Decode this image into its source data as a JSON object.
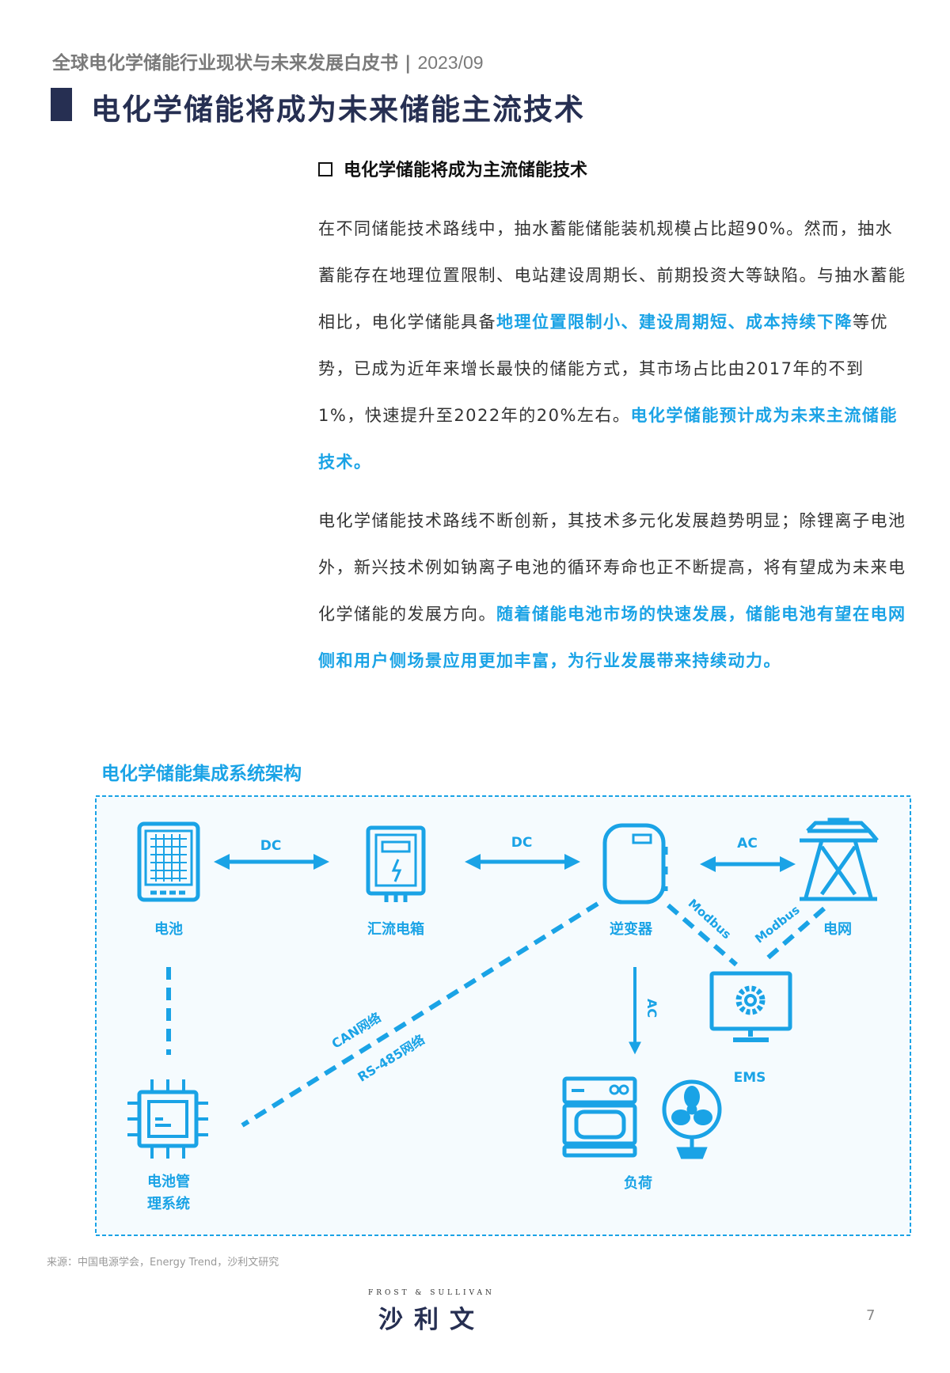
{
  "header": {
    "report_title": "全球电化学储能行业现状与未来发展白皮书",
    "separator": "|",
    "date": "2023/09"
  },
  "page_title": "电化学储能将成为未来储能主流技术",
  "section": {
    "heading": "电化学储能将成为主流储能技术",
    "para1": [
      {
        "text": "在不同储能技术路线中，抽水蓄能储能装机规模占比超90%。然而，抽水蓄能存在地理位置限制、电站建设周期长、前期投资大等缺陷。与抽水蓄能相比，电化学储能具备",
        "hl": false
      },
      {
        "text": "地理位置限制小、建设周期短、成本持续下降",
        "hl": true
      },
      {
        "text": "等优势，已成为近年来增长最快的储能方式，其市场占比由2017年的不到1%，快速提升至2022年的20%左右。",
        "hl": false
      },
      {
        "text": "电化学储能预计成为未来主流储能技术。",
        "hl": true
      }
    ],
    "para2": [
      {
        "text": "电化学储能技术路线不断创新，其技术多元化发展趋势明显；除锂离子电池外，新兴技术例如钠离子电池的循环寿命也正不断提高，将有望成为未来电化学储能的发展方向。",
        "hl": false
      },
      {
        "text": "随着储能电池市场的快速发展，储能电池有望在电网侧和用户侧场景应用更加丰富，为行业发展带来持续动力。",
        "hl": true
      }
    ]
  },
  "diagram": {
    "title": "电化学储能集成系统架构",
    "accent_color": "#1aa3e6",
    "nodes": {
      "battery": "电池",
      "combiner": "汇流电箱",
      "inverter": "逆变器",
      "grid": "电网",
      "ems": "EMS",
      "load": "负荷",
      "bms_line1": "电池管",
      "bms_line2": "理系统"
    },
    "links": {
      "dc1": "DC",
      "dc2": "DC",
      "ac1": "AC",
      "ac_down": "AC",
      "modbus1": "Modbus",
      "modbus2": "Modbus",
      "can": "CAN网络",
      "rs485": "RS-485网络"
    }
  },
  "footer": {
    "source": "来源：中国电源学会，Energy Trend，沙利文研究",
    "logo_top": "FROST & SULLIVAN",
    "logo_text": "沙利文",
    "page_number": "7"
  }
}
